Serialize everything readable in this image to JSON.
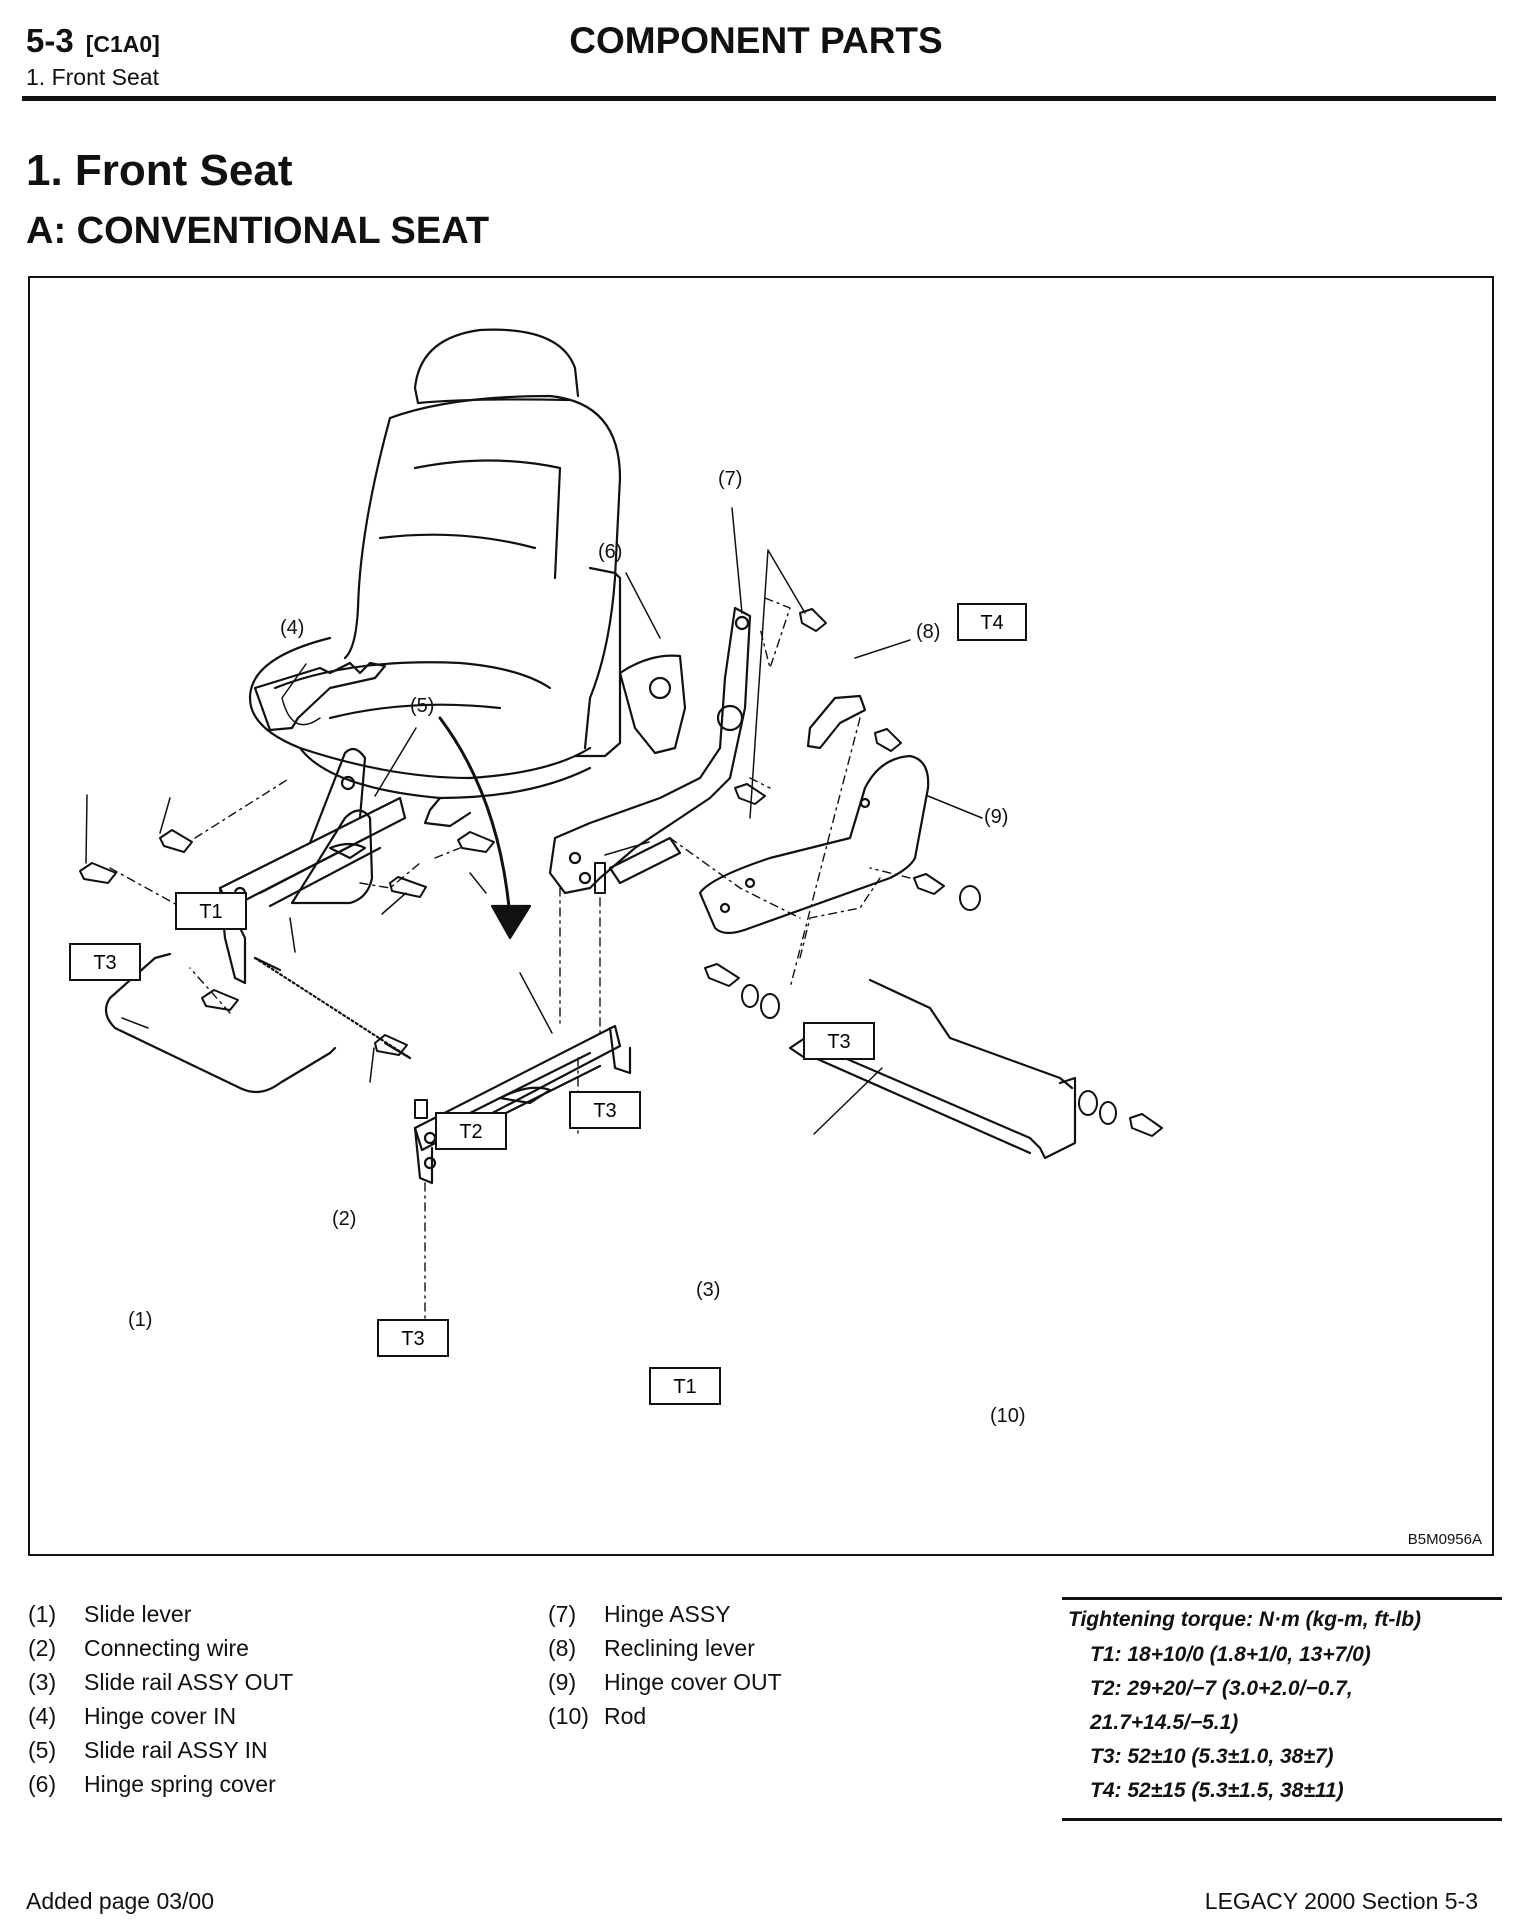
{
  "header": {
    "section": "5-3",
    "code": "[C1A0]",
    "subtitle": "1. Front Seat",
    "title": "COMPONENT PARTS"
  },
  "heading1": "1. Front Seat",
  "heading2": "A: CONVENTIONAL SEAT",
  "figure": {
    "id": "B5M0956A",
    "callouts": {
      "c1": "(1)",
      "c2": "(2)",
      "c3": "(3)",
      "c4": "(4)",
      "c5": "(5)",
      "c6": "(6)",
      "c7": "(7)",
      "c8": "(8)",
      "c9": "(9)",
      "c10": "(10)"
    },
    "torque_tags": {
      "t1a": "T1",
      "t1b": "T1",
      "t2": "T2",
      "t3a": "T3",
      "t3b": "T3",
      "t3c": "T3",
      "t3d": "T3",
      "t4": "T4"
    }
  },
  "legend_left": [
    {
      "num": "(1)",
      "label": "Slide lever"
    },
    {
      "num": "(2)",
      "label": "Connecting wire"
    },
    {
      "num": "(3)",
      "label": "Slide rail ASSY OUT"
    },
    {
      "num": "(4)",
      "label": "Hinge cover IN"
    },
    {
      "num": "(5)",
      "label": "Slide rail ASSY IN"
    },
    {
      "num": "(6)",
      "label": "Hinge spring cover"
    }
  ],
  "legend_right": [
    {
      "num": "(7)",
      "label": "Hinge ASSY"
    },
    {
      "num": "(8)",
      "label": "Reclining lever"
    },
    {
      "num": "(9)",
      "label": "Hinge cover OUT"
    },
    {
      "num": "(10)",
      "label": "Rod"
    }
  ],
  "torque": {
    "title": "Tightening torque: N·m (kg-m, ft-lb)",
    "t1": "T1: 18+10/0 (1.8+1/0, 13+7/0)",
    "t2": "T2: 29+20/−7 (3.0+2.0/−0.7, 21.7+14.5/−5.1)",
    "t3": "T3: 52±10 (5.3±1.0, 38±7)",
    "t4": "T4: 52±15 (5.3±1.5, 38±11)"
  },
  "footer": {
    "left": "Added page 03/00",
    "right": "LEGACY 2000  Section 5-3"
  }
}
